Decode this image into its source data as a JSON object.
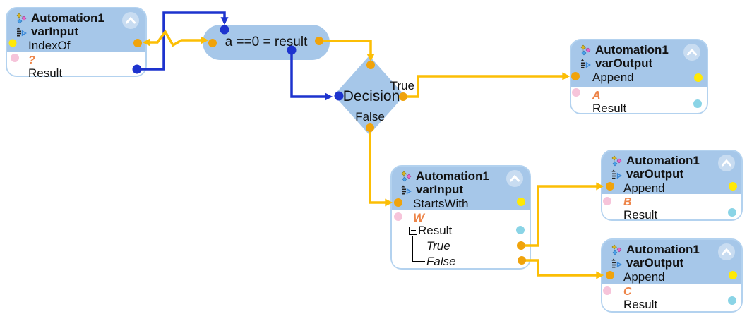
{
  "colors": {
    "node_fill": "#a6c7e9",
    "node_border": "#b3d2ef",
    "wire_yellow": "#fcbe05",
    "wire_blue": "#1d33ce",
    "port_connected_orange": "#f0a30b",
    "port_unconnected_yellow": "#ffe906",
    "port_pink": "#f6c4da",
    "port_cyan": "#8ad4e6",
    "param_letter_color": "#ed8448"
  },
  "nodes": {
    "indexof": {
      "title": "Automation1",
      "subtitle": "varInput",
      "method": "IndexOf",
      "param": "?",
      "result": "Result"
    },
    "append_a": {
      "title": "Automation1",
      "subtitle": "varOutput",
      "method": "Append",
      "param": "A",
      "result": "Result"
    },
    "startswith": {
      "title": "Automation1",
      "subtitle": "varInput",
      "method": "StartsWith",
      "param": "W",
      "result": "Result",
      "child_true": "True",
      "child_false": "False"
    },
    "append_b": {
      "title": "Automation1",
      "subtitle": "varOutput",
      "method": "Append",
      "param": "B",
      "result": "Result"
    },
    "append_c": {
      "title": "Automation1",
      "subtitle": "varOutput",
      "method": "Append",
      "param": "C",
      "result": "Result"
    }
  },
  "expression": {
    "label": "a ==0 = result"
  },
  "decision": {
    "label": "Decision",
    "true_label": "True",
    "false_label": "False"
  },
  "edges": [
    {
      "from": "indexof.IndexOf",
      "to": "expression.left",
      "color": "yellow",
      "style": "double-arrow"
    },
    {
      "from": "indexof.Result",
      "to": "expression.top",
      "color": "blue"
    },
    {
      "from": "expression.right",
      "to": "decision.top",
      "color": "yellow"
    },
    {
      "from": "expression.bottom",
      "to": "decision.left",
      "color": "blue"
    },
    {
      "from": "decision.True",
      "to": "append_a.Append",
      "color": "yellow"
    },
    {
      "from": "decision.False",
      "to": "startswith.StartsWith",
      "color": "yellow"
    },
    {
      "from": "startswith.True",
      "to": "append_b.Append",
      "color": "yellow"
    },
    {
      "from": "startswith.False",
      "to": "append_c.Append",
      "color": "yellow"
    }
  ]
}
